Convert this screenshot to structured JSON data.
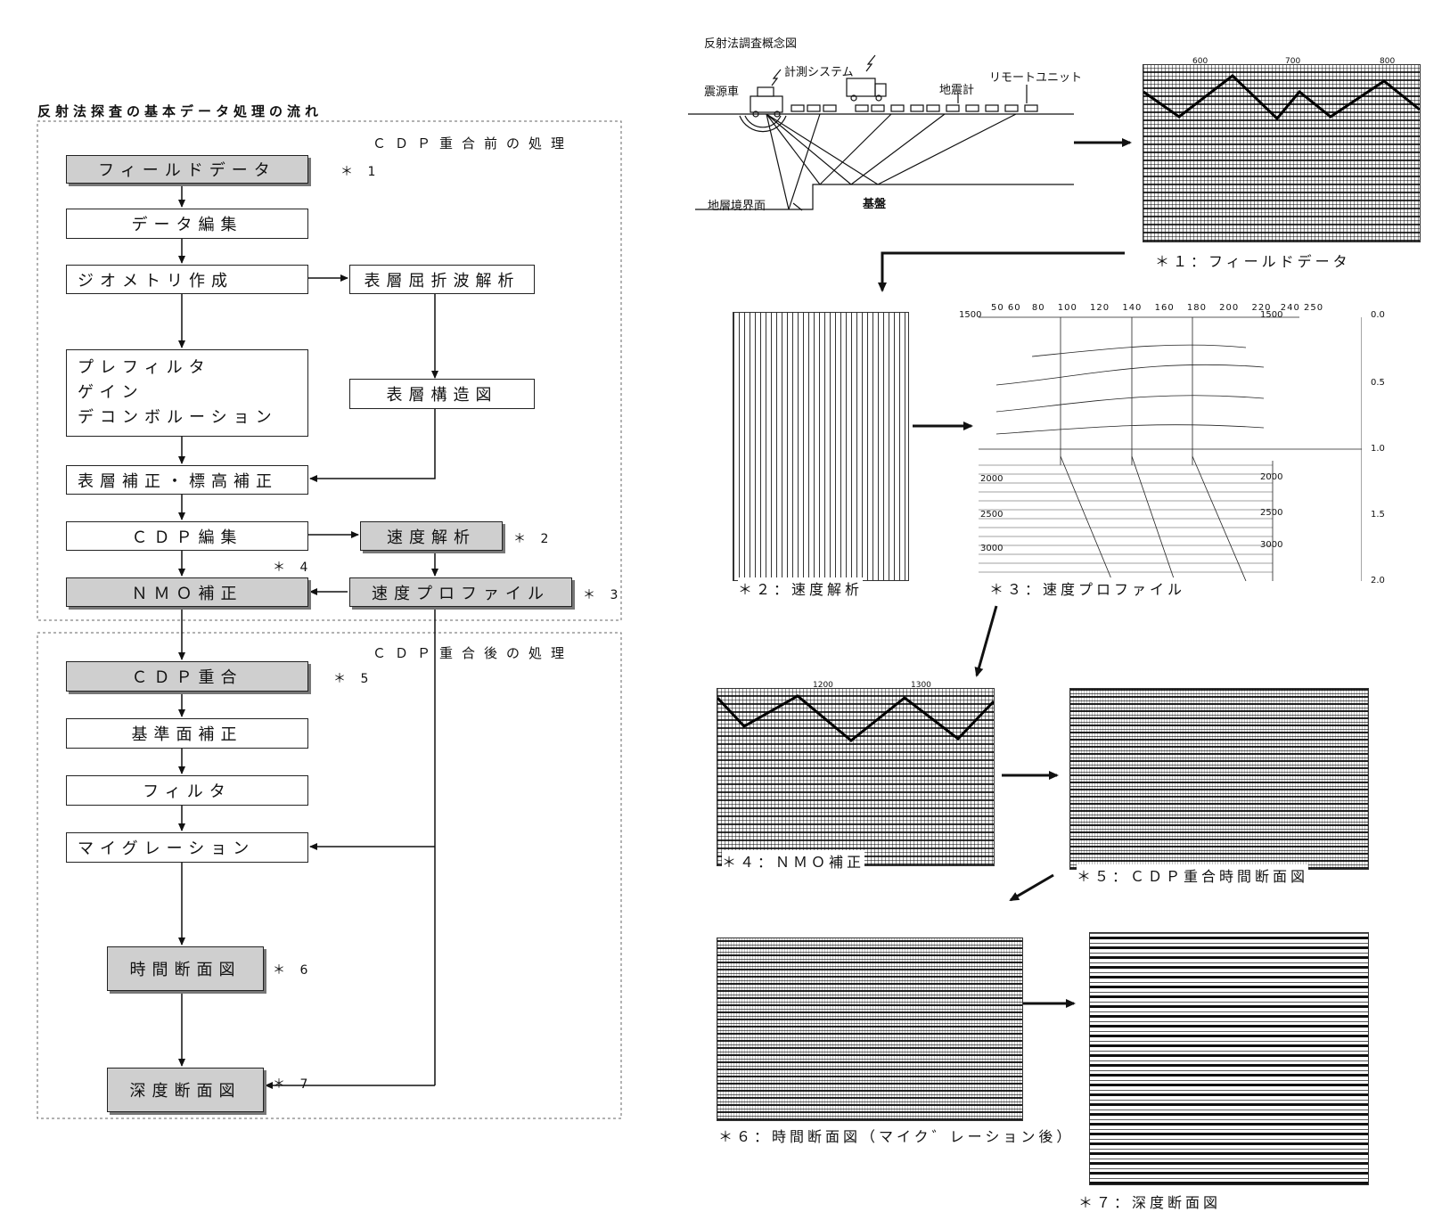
{
  "flowchart": {
    "title": "反射法探査の基本データ処理の流れ",
    "pre_section": "ＣＤＰ重合前の処理",
    "post_section": "ＣＤＰ重合後の処理",
    "boxes": {
      "field_data": "フィールドデータ",
      "data_edit": "データ編集",
      "geometry": "ジオメトリ作成",
      "refraction": "表層屈折波解析",
      "prefilter": "プレフィルタ",
      "gain": "ゲイン",
      "deconvolution": "デコンボルーション",
      "surface_structure": "表層構造図",
      "static_correction": "表層補正・標高補正",
      "cdp_edit": "ＣＤＰ編集",
      "velocity_analysis": "速度解析",
      "nmo": "ＮＭＯ補正",
      "velocity_profile": "速度プロファイル",
      "cdp_stack": "ＣＤＰ重合",
      "datum_correction": "基準面補正",
      "filter": "フィルタ",
      "migration": "マイグレーション",
      "time_section": "時間断面図",
      "depth_section": "深度断面図"
    },
    "notes": {
      "n1": "＊ 1",
      "n2": "＊ 2",
      "n3": "＊ 3",
      "n4": "＊ 4",
      "n5": "＊ 5",
      "n6": "＊ 6",
      "n7": "＊ 7"
    }
  },
  "concept": {
    "title": "反射法調査概念図",
    "source_vehicle": "震源車",
    "recording_system": "計測システム",
    "geophone": "地震計",
    "remote_unit": "リモートユニット",
    "boundary": "地層境界面",
    "basement": "基盤"
  },
  "panels": {
    "p1": {
      "caption": "＊１：フィールドデータ",
      "ticks": [
        "600",
        "700",
        "800"
      ]
    },
    "p2": {
      "caption": "＊２：速度解析"
    },
    "p3": {
      "caption": "＊３：速度プロファイル",
      "top_ticks": [
        "50",
        "60",
        "80",
        "100",
        "120",
        "140",
        "160",
        "180",
        "200",
        "220",
        "240",
        "250"
      ],
      "right_ticks": [
        "0.0",
        "0.5",
        "1.0",
        "1.5",
        "2.0"
      ],
      "left_ticks": [
        "1500",
        "2000",
        "2500",
        "3000"
      ],
      "inner_ticks": [
        "1500",
        "2000",
        "2500",
        "3000"
      ]
    },
    "p4": {
      "caption": "＊４：ＮＭＯ補正",
      "ticks": [
        "1200",
        "1300"
      ]
    },
    "p5": {
      "caption": "＊５：ＣＤＰ重合時間断面図"
    },
    "p6": {
      "caption": "＊６：時間断面図（マイク゛レーション後）"
    },
    "p7": {
      "caption": "＊７：深度断面図"
    }
  }
}
